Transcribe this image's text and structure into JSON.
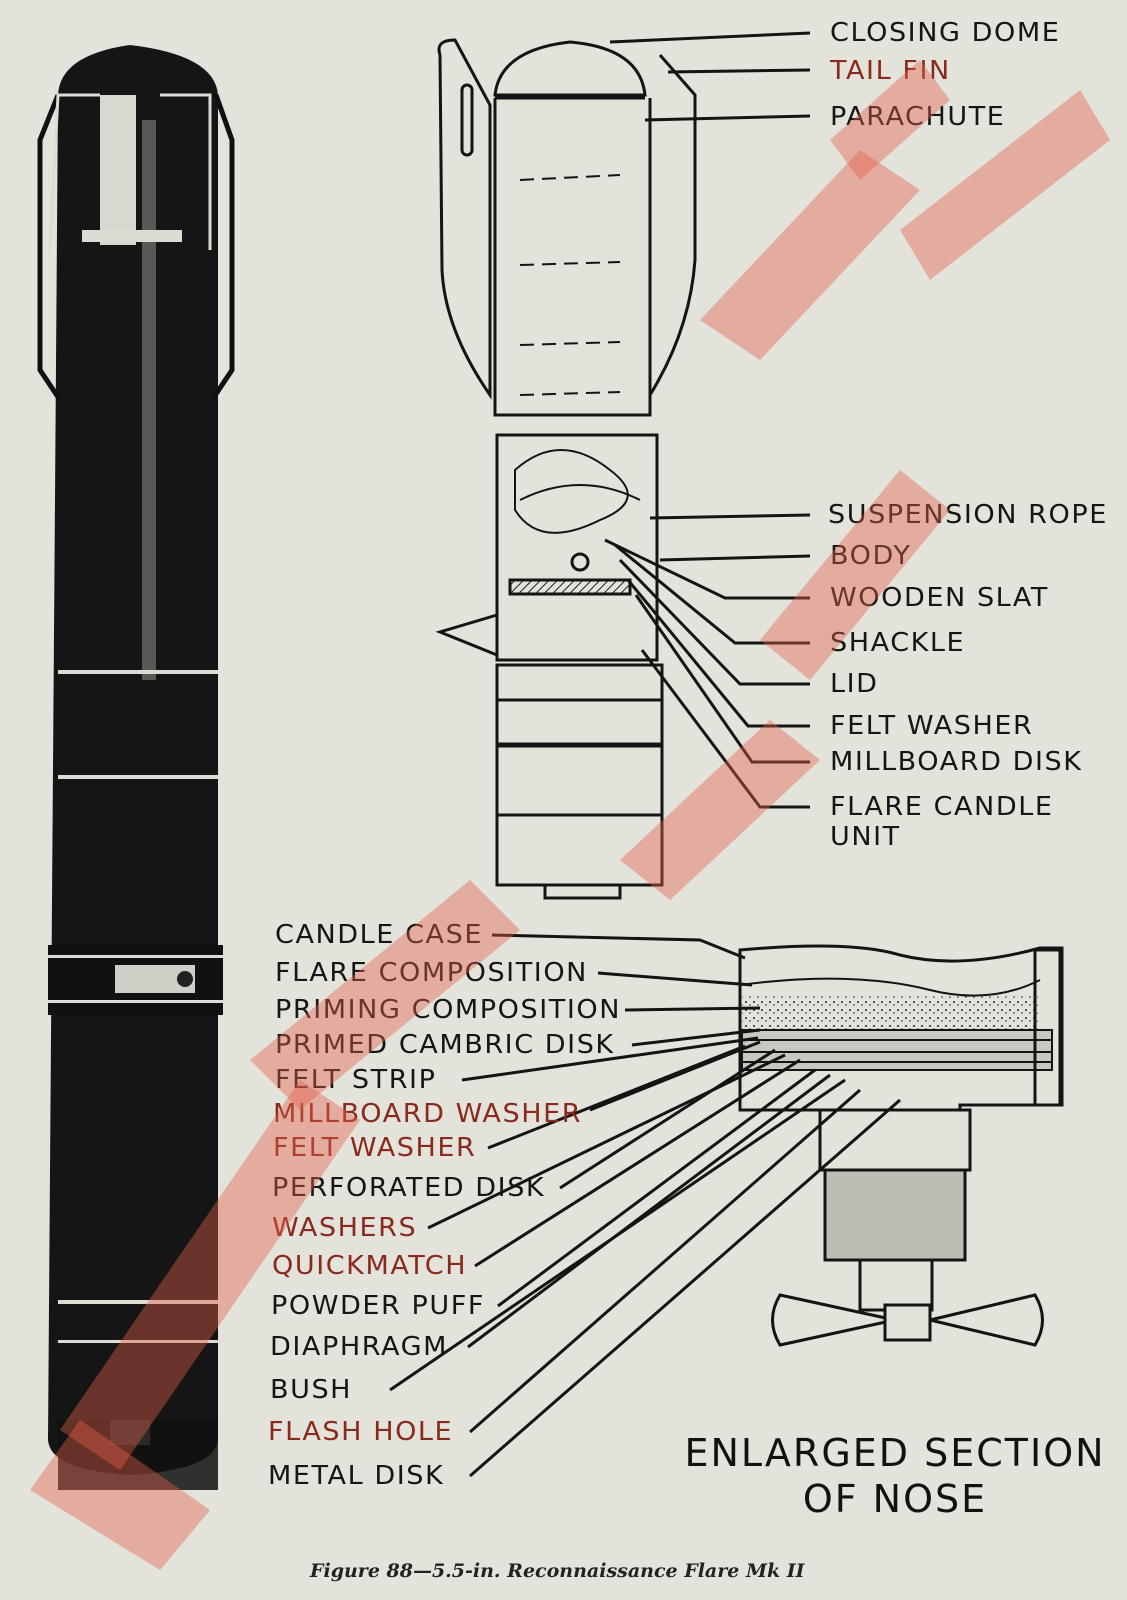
{
  "figure": {
    "caption": "Figure 88—5.5-in. Reconnaissance Flare Mk II",
    "section_title_line1": "ENLARGED SECTION",
    "section_title_line2": "OF NOSE"
  },
  "upper_labels": [
    {
      "id": "closing-dome",
      "text": "CLOSING DOME",
      "red": false
    },
    {
      "id": "tail-fin",
      "text": "TAIL FIN",
      "red": true
    },
    {
      "id": "parachute",
      "text": "PARACHUTE",
      "red": false
    },
    {
      "id": "suspension-rope",
      "text": "SUSPENSION ROPE",
      "red": false
    },
    {
      "id": "body",
      "text": "BODY",
      "red": false
    },
    {
      "id": "wooden-slat",
      "text": "WOODEN SLAT",
      "red": false
    },
    {
      "id": "shackle",
      "text": "SHACKLE",
      "red": false
    },
    {
      "id": "lid",
      "text": "LID",
      "red": false
    },
    {
      "id": "felt-washer-upper",
      "text": "FELT WASHER",
      "red": false
    },
    {
      "id": "millboard-disk",
      "text": "MILLBOARD DISK",
      "red": false
    },
    {
      "id": "flare-candle-unit-1",
      "text": "FLARE CANDLE",
      "red": false
    },
    {
      "id": "flare-candle-unit-2",
      "text": "UNIT",
      "red": false
    }
  ],
  "nose_labels": [
    {
      "id": "candle-case",
      "text": "CANDLE CASE",
      "red": false
    },
    {
      "id": "flare-composition",
      "text": "FLARE COMPOSITION",
      "red": false
    },
    {
      "id": "priming-composition",
      "text": "PRIMING COMPOSITION",
      "red": false
    },
    {
      "id": "primed-cambric-disk",
      "text": "PRIMED CAMBRIC DISK",
      "red": false
    },
    {
      "id": "felt-strip",
      "text": "FELT STRIP",
      "red": false
    },
    {
      "id": "millboard-washer",
      "text": "MILLBOARD WASHER",
      "red": true
    },
    {
      "id": "felt-washer",
      "text": "FELT WASHER",
      "red": true
    },
    {
      "id": "perforated-disk",
      "text": "PERFORATED DISK",
      "red": false
    },
    {
      "id": "washers",
      "text": "WASHERS",
      "red": true
    },
    {
      "id": "quickmatch",
      "text": "QUICKMATCH",
      "red": true
    },
    {
      "id": "powder-puff",
      "text": "POWDER PUFF",
      "red": false
    },
    {
      "id": "diaphragm",
      "text": "DIAPHRAGM",
      "red": false
    },
    {
      "id": "bush",
      "text": "BUSH",
      "red": false
    },
    {
      "id": "flash-hole",
      "text": "FLASH HOLE",
      "red": true
    },
    {
      "id": "metal-disk",
      "text": "METAL DISK",
      "red": false
    }
  ],
  "colors": {
    "paper": "#e3e3dc",
    "ink": "#141414",
    "watermark": "#e25a46"
  }
}
